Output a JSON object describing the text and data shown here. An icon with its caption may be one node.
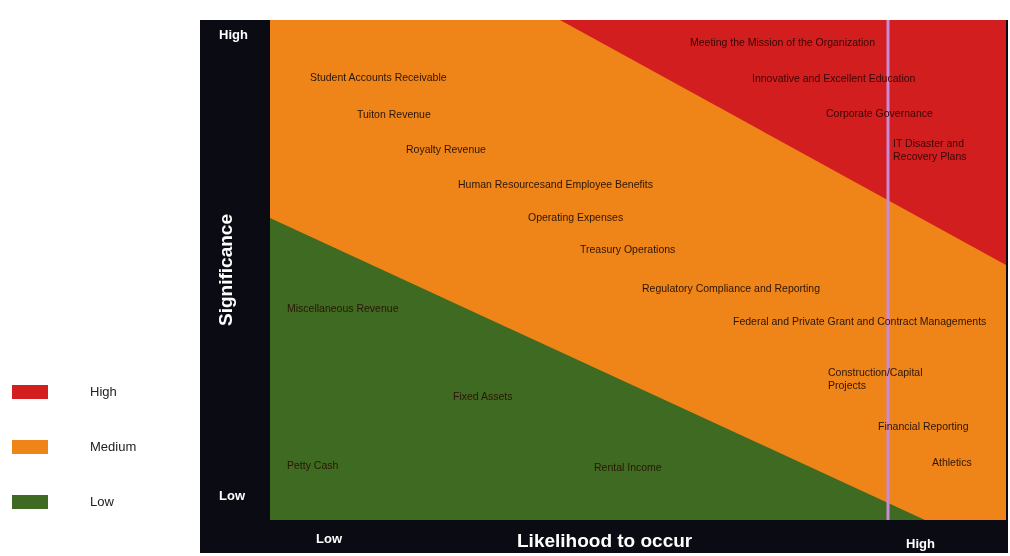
{
  "diagram": {
    "labels": [
      "High",
      "Significance",
      "Low",
      "Low",
      "Likelihood to occur",
      "High",
      "Meeting the Mission of the Organization",
      "Student Accounts Receivable",
      "Innovative and Excellent Education",
      "Tuiton Revenue",
      "Corporate Governance",
      "IT Disaster and Recovery Plans",
      "Royalty Revenue",
      "Human Resourcesand Employee Benefits",
      "Operating Expenses",
      "Treasury Operations",
      "Regulatory Compliance and Reporting",
      "Miscellaneous Revenue",
      "Federal and Private Grant and Contract Managements",
      "Construction/Capital Projects",
      "Fixed Assets",
      "Financial Reporting",
      "Petty Cash",
      "Rental Income",
      "Athletics"
    ],
    "legend": [
      {
        "text": "High",
        "color": "#d21e1e"
      },
      {
        "text": "Medium",
        "color": "#ef8418"
      },
      {
        "text": "Low",
        "color": "#3f6a21"
      }
    ]
  }
}
